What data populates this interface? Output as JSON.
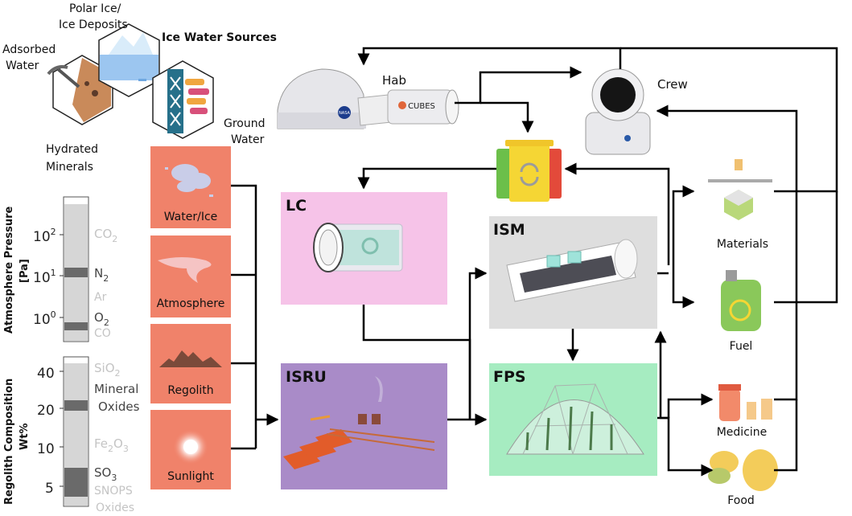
{
  "ice_sources": {
    "title": "Ice Water Sources",
    "polar_1": "Polar Ice/",
    "polar_2": "Ice Deposits",
    "adsorbed_1": "Adsorbed",
    "adsorbed_2": "Water",
    "hydrated_1": "Hydrated",
    "hydrated_2": "Minerals",
    "ground_1": "Ground",
    "ground_2": "Water"
  },
  "atmosphere_bar": {
    "axis_1": "Atmosphere Pressure",
    "axis_2": "[Pa]",
    "tick_1_base": "10",
    "tick_1_exp": "2",
    "tick_2_base": "10",
    "tick_2_exp": "1",
    "tick_3_base": "10",
    "tick_3_exp": "0",
    "co2": "CO",
    "co2_sub": "2",
    "n2": "N",
    "n2_sub": "2",
    "ar": "Ar",
    "o2": "O",
    "o2_sub": "2",
    "co": "CO"
  },
  "regolith_bar": {
    "axis_1": "Regolith Composition",
    "axis_2": "Wt%",
    "tick_40": "40",
    "tick_20": "20",
    "tick_10": "10",
    "tick_5": "5",
    "sio2": "SiO",
    "sio2_sub": "2",
    "mineral_1": "Mineral",
    "mineral_2": "Oxides",
    "fe2o3": "Fe",
    "fe2o3_sub1": "2",
    "fe2o3_o": "O",
    "fe2o3_sub2": "3",
    "so3": "SO",
    "so3_sub": "3",
    "snops_1": "SNOPS",
    "snops_2": "Oxides"
  },
  "resources": {
    "water_ice": "Water/Ice",
    "atmosphere": "Atmosphere",
    "regolith": "Regolith",
    "sunlight": "Sunlight"
  },
  "modules": {
    "lc": "LC",
    "isru": "ISRU",
    "ism": "ISM",
    "fps": "FPS"
  },
  "top": {
    "hab": "Hab",
    "crew": "Crew",
    "cubes": "CUBES",
    "nasa": "NASA"
  },
  "outputs": {
    "materials": "Materials",
    "fuel": "Fuel",
    "medicine": "Medicine",
    "food": "Food"
  },
  "colors": {
    "resource_box": "#f0826a",
    "lc_box": "#f6c3e8",
    "isru_box": "#a98bc8",
    "ism_box": "#dedede",
    "fps_box": "#a6ecc1",
    "flow_line": "#000000"
  }
}
